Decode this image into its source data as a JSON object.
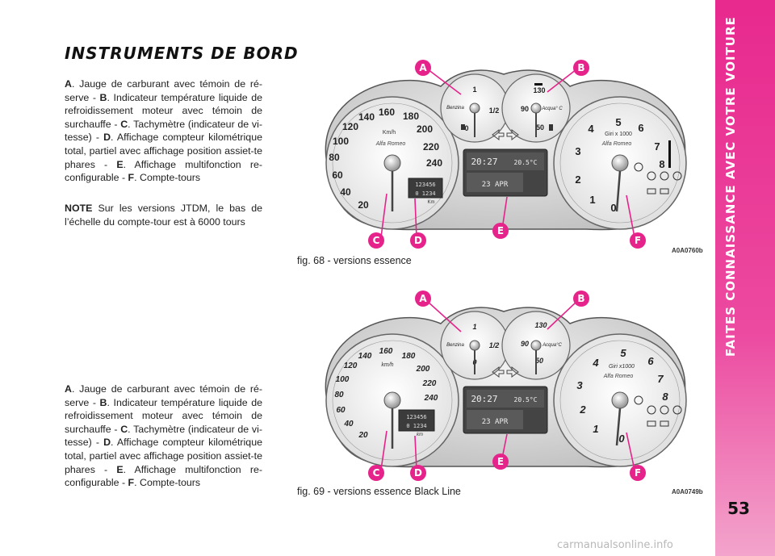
{
  "page": {
    "sidebar_title": "FAITES CONNAISSANCE AVEC VOTRE VOITURE",
    "page_number": "53",
    "watermark": "carmanualsonline.info"
  },
  "heading": "INSTRUMENTS DE BORD",
  "paragraph1": {
    "A": "A",
    "A_text": ". Jauge de carburant avec témoin de ré-serve - ",
    "B": "B",
    "B_text": ". Indicateur température liquide de refroidissement moteur avec témoin de surchauffe - ",
    "C": "C",
    "C_text": ". Tachymètre (indicateur de vi-tesse) - ",
    "D": "D",
    "D_text": ". Affichage compteur kilométrique total, partiel avec affichage position assiet-te phares - ",
    "E": "E",
    "E_text": ". Affichage multifonction re-configurable - ",
    "F": "F",
    "F_text": ". Compte-tours"
  },
  "note": {
    "label": "NOTE",
    "text": " Sur les versions JTDM, le bas de l’échelle du compte-tour est à 6000 tours"
  },
  "paragraph2": {
    "A": "A",
    "A_text": ". Jauge de carburant avec témoin de ré-serve - ",
    "B": "B",
    "B_text": ". Indicateur température liquide de refroidissement moteur avec témoin de surchauffe - ",
    "C": "C",
    "C_text": ". Tachymètre (indicateur de vi-tesse) - ",
    "D": "D",
    "D_text": ". Affichage compteur kilométrique total, partiel avec affichage position assiet-te phares - ",
    "E": "E",
    "E_text": ". Affichage multifonction re-configurable - ",
    "F": "F",
    "F_text": ". Compte-tours"
  },
  "fig68": {
    "caption": "fig. 68 - versions essence",
    "code": "A0A0760b"
  },
  "fig69": {
    "caption": "fig. 69 - versions essence Black Line",
    "code": "A0A0749b"
  },
  "dashboard": {
    "callouts": [
      "A",
      "B",
      "C",
      "D",
      "E",
      "F"
    ],
    "fuel_label": "Benzina",
    "fuel_1": "1",
    "fuel_half": "1/2",
    "fuel_0": "0",
    "temp_label": "Acqua° C",
    "temp_label_b": "Acqua°C",
    "temp_130": "130",
    "temp_90": "90",
    "temp_50": "50",
    "speed_unit": "Km/h",
    "speed_unit_b": "km/h",
    "odo_unit": "Km",
    "odo_unit_b": "km",
    "speed_ticks": [
      "20",
      "40",
      "60",
      "80",
      "100",
      "120",
      "140",
      "160",
      "180",
      "200",
      "220",
      "240"
    ],
    "rpm_label": "Giri x 1000",
    "rpm_label_b": "Giri x1000",
    "rpm_ticks": [
      "0",
      "1",
      "2",
      "3",
      "4",
      "5",
      "6",
      "7",
      "8"
    ],
    "brand": "Alfa Romeo",
    "odo_total": "123456",
    "odo_trip": "0 1234",
    "display_time": "20:27",
    "display_temp": "20.5°C",
    "display_date": "23 APR"
  }
}
